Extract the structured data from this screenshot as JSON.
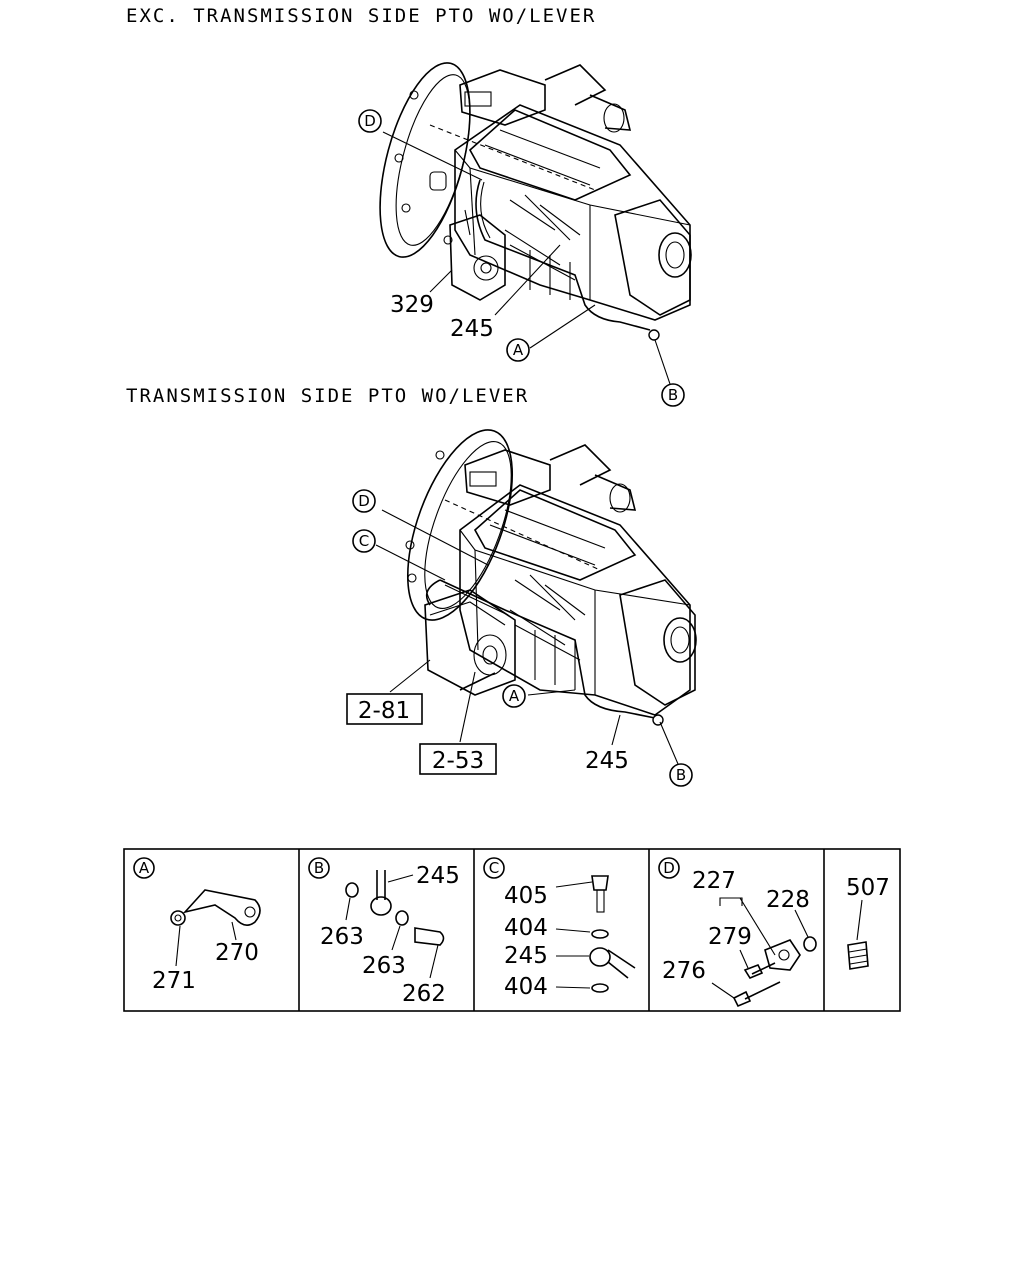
{
  "captions": {
    "top": "EXC. TRANSMISSION SIDE PTO WO/LEVER",
    "middle": "TRANSMISSION SIDE PTO WO/LEVER"
  },
  "callouts": {
    "A": "A",
    "B": "B",
    "C": "C",
    "D": "D"
  },
  "top_diagram": {
    "labels": [
      "329",
      "245"
    ]
  },
  "middle_diagram": {
    "ref_boxes": [
      "2-81",
      "2-53"
    ],
    "labels": [
      "245"
    ]
  },
  "detail_panels": [
    {
      "callout": "A",
      "labels": [
        "270",
        "271"
      ]
    },
    {
      "callout": "B",
      "labels": [
        "245",
        "263",
        "263",
        "262"
      ]
    },
    {
      "callout": "C",
      "labels": [
        "405",
        "404",
        "245",
        "404"
      ]
    },
    {
      "callout": "D",
      "labels": [
        "227",
        "228",
        "279",
        "276"
      ]
    },
    {
      "callout": "",
      "labels": [
        "507"
      ]
    }
  ]
}
